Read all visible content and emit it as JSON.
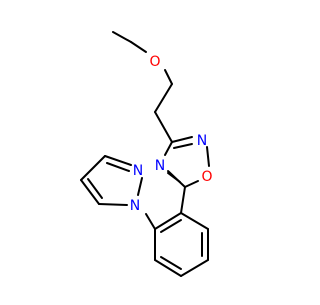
{
  "molecule": {
    "atoms": {
      "o_methoxy": {
        "symbol": "O",
        "color": "#ff0000"
      },
      "n_oxadiazole_2": {
        "symbol": "N",
        "color": "#0000ff"
      },
      "o_oxadiazole_1": {
        "symbol": "O",
        "color": "#ff0000"
      },
      "n_oxadiazole_4": {
        "symbol": "N",
        "color": "#0000ff"
      },
      "n_pyrazole_2": {
        "symbol": "N",
        "color": "#0000ff"
      },
      "n_pyrazole_1": {
        "symbol": "N",
        "color": "#0000ff"
      }
    },
    "bond_color": "#000000"
  }
}
